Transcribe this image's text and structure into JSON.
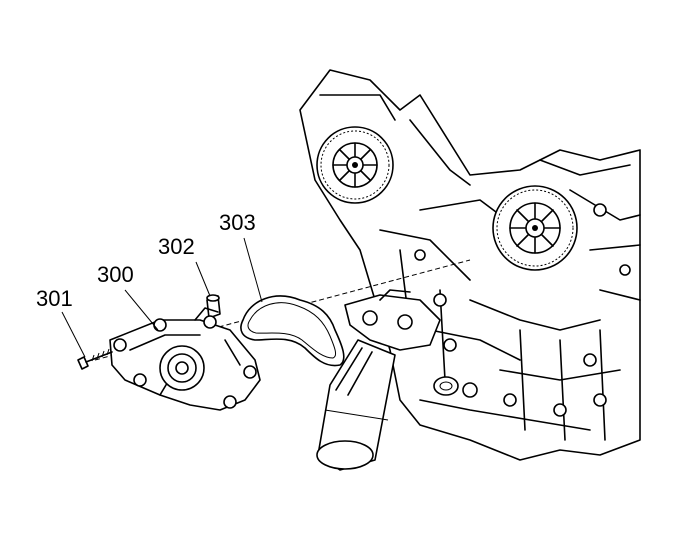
{
  "callouts": {
    "c301": "301",
    "c300": "300",
    "c302": "302",
    "c303": "303"
  },
  "parts": [
    {
      "id": "301",
      "depicts": "bolt"
    },
    {
      "id": "300",
      "depicts": "water-pump"
    },
    {
      "id": "302",
      "depicts": "dowel-pin"
    },
    {
      "id": "303",
      "depicts": "gasket"
    }
  ],
  "colors": {
    "line": "#000000",
    "background": "#ffffff"
  }
}
